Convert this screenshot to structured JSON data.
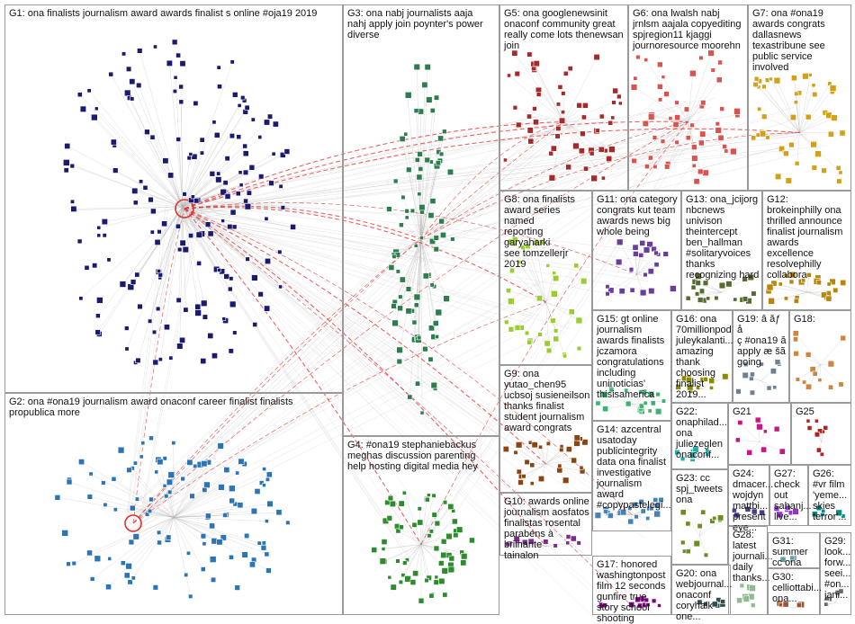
{
  "colors": {
    "G1": "#1a1a6e",
    "G2": "#2a74b8",
    "G3": "#2e7d4f",
    "G4": "#2e8b2e",
    "G5": "#a52a2a",
    "G6": "#d9534f",
    "G7": "#d4a017",
    "G8": "#9acd32",
    "G9": "#8b4513",
    "G10": "#7b2d8e",
    "G11": "#6a3d9a",
    "G12": "#b8860b",
    "G13": "#556b2f",
    "G14": "#4682b4",
    "G15": "#3cb371",
    "G16": "#8b8b00",
    "G17": "#800080",
    "G18": "#cd853f",
    "G19": "#708090",
    "G20": "#2f4f4f",
    "G21": "#c71585",
    "G22": "#20b2aa",
    "G23": "#6b8e23",
    "G24": "#483d8b",
    "G25": "#b22222",
    "G26": "#008b8b",
    "G27": "#9932cc",
    "G28": "#8fbc8f",
    "G29": "#696969",
    "G30": "#a0522d",
    "G31": "#5f9ea0",
    "edge": "#b0b0b0",
    "bridge": "#e03030"
  },
  "groups": [
    {
      "id": "G1",
      "label": "G1: ona finalists journalism award awards finalist s online #oja19 2019"
    },
    {
      "id": "G2",
      "label": "G2: ona #ona19 journalism award onaconf career finalist finalists\npropublica more"
    },
    {
      "id": "G3",
      "label": "G3: ona nabj journalists aaja\nnahj apply join poynter's power\ndiverse"
    },
    {
      "id": "G4",
      "label": "G4: #ona19 stephaniebackus\nmeghas discussion parenting\nhelp hosting digital media hey"
    },
    {
      "id": "G5",
      "label": "G5: ona googlenewsinit\nonaconf community great\nreally come lots thenewsan\njoin"
    },
    {
      "id": "G6",
      "label": "G6: ona lwalsh nabj\njrnlsm aajala copyediting\nspjregion11 kjaggi\njournoresource moorehn"
    },
    {
      "id": "G7",
      "label": "G7: ona #ona19\nawards congrats\ndallasnews\ntexastribune see\npublic service\ninvolved"
    },
    {
      "id": "G8",
      "label": "G8: ona finalists\naward series named\nreporting garyaharki\nsee tomzellerjr 2019"
    },
    {
      "id": "G9",
      "label": "G9: ona\nyutao_chen95\nucbsoj susieneilson\nthanks finalist\nstudent journalism\naward congrats"
    },
    {
      "id": "G10",
      "label": "G10: awards online\njournalism aosfatos\nfinalistas rosental\nparabéns à brilhante\ntainalon"
    },
    {
      "id": "G11",
      "label": "G11: ona category\ncongrats kut team\nawards news big\nwhole being"
    },
    {
      "id": "G12",
      "label": "G12:\nbrokeinphilly ona\nthrilled announce\nfinalist journalism\nawards\nexcellence\nresolvephilly\ncollabora"
    },
    {
      "id": "G13",
      "label": "G13: ona_jcijorg\nnbcnews\nunivison\ntheintercept\nben_hallman\n#solitaryvoices\nthanks\nrecognizing hard"
    },
    {
      "id": "G14",
      "label": "G14: azcentral\nusatoday\npublicintegrity\ndata ona finalist\ninvestigative\njournalism\naward\n#copypastelegi..."
    },
    {
      "id": "G15",
      "label": "G15: gt online\njournalism\nawards finalists\njczamora\ncongratulations\nincluding\nuninoticias'\nthisisamerica"
    },
    {
      "id": "G16",
      "label": "G16: ona\n70millionpod\njuleykalanti...\namazing\nthank\nchoosing\nfinalist 2019..."
    },
    {
      "id": "G17",
      "label": "G17: honored\nwashingtonpost\nfilm 12 seconds\ngunfire true\nstory school\nshooting"
    },
    {
      "id": "G18",
      "label": "G18:"
    },
    {
      "id": "G19",
      "label": "G19: â ăƒ å\nç #ona19 ă\napply æ šã\ngoing"
    },
    {
      "id": "G20",
      "label": "G20: ona\nwebjournal...\nonaconf\ncoryhaik\none..."
    },
    {
      "id": "G21",
      "label": "G21"
    },
    {
      "id": "G22",
      "label": "G22:\nonaphilad...\nona\njuliezeglen\nonaconf..."
    },
    {
      "id": "G23",
      "label": "G23: cc\nspj_tweets\nona"
    },
    {
      "id": "G24",
      "label": "G24:\ndmacer...\nwojdyn\nmattbi...\npresent\neye..."
    },
    {
      "id": "G25",
      "label": "G25"
    },
    {
      "id": "G26",
      "label": "G26:\n#vr film\n'yeme...\nskies\nterror'..."
    },
    {
      "id": "G27",
      "label": "G27:\ncheck\nout\nsahanj...\nlive..."
    },
    {
      "id": "G28",
      "label": "G28:\nlatest\njournali...\ndaily\nthanks..."
    },
    {
      "id": "G29",
      "label": "G29:\nlook...\nforw...\nseei...\n#on...\njani..."
    },
    {
      "id": "G30",
      "label": "G30:\ncelliottabi...\nona..."
    },
    {
      "id": "G31",
      "label": "G31:\nsummer\ncc ona"
    }
  ]
}
